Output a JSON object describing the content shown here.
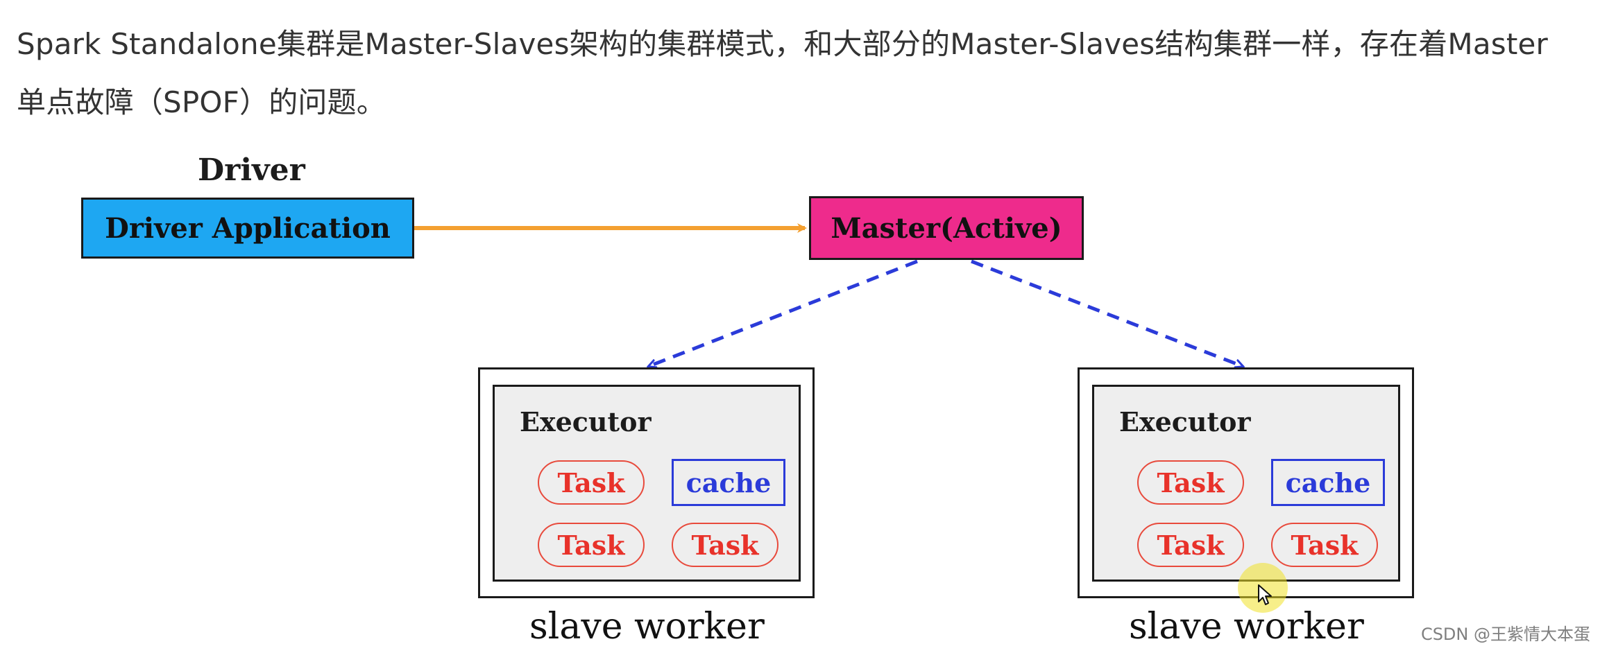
{
  "intro": {
    "line1": "Spark Standalone集群是Master-Slaves架构的集群模式，和大部分的Master-Slaves结构集群一样，存在着Master",
    "line2": "单点故障（SPOF）的问题。"
  },
  "diagram": {
    "driver_heading": "Driver",
    "driver_app": "Driver Application",
    "master": "Master(Active)",
    "workers": [
      {
        "executor_label": "Executor",
        "items": [
          "Task",
          "cache",
          "Task",
          "Task"
        ],
        "caption": "slave worker"
      },
      {
        "executor_label": "Executor",
        "items": [
          "Task",
          "cache",
          "Task",
          "Task"
        ],
        "caption": "slave worker"
      }
    ]
  },
  "colors": {
    "driver_app_fill": "#1ea7f2",
    "master_fill": "#ee2b8c",
    "driver_to_master_arrow": "#f4a030",
    "master_to_worker_arrow": "#2b3bd9",
    "task": "#e8322a",
    "cache": "#2b3bd9",
    "executor_fill": "#eeeeee"
  },
  "watermark": "CSDN @王紫情大本蛋"
}
